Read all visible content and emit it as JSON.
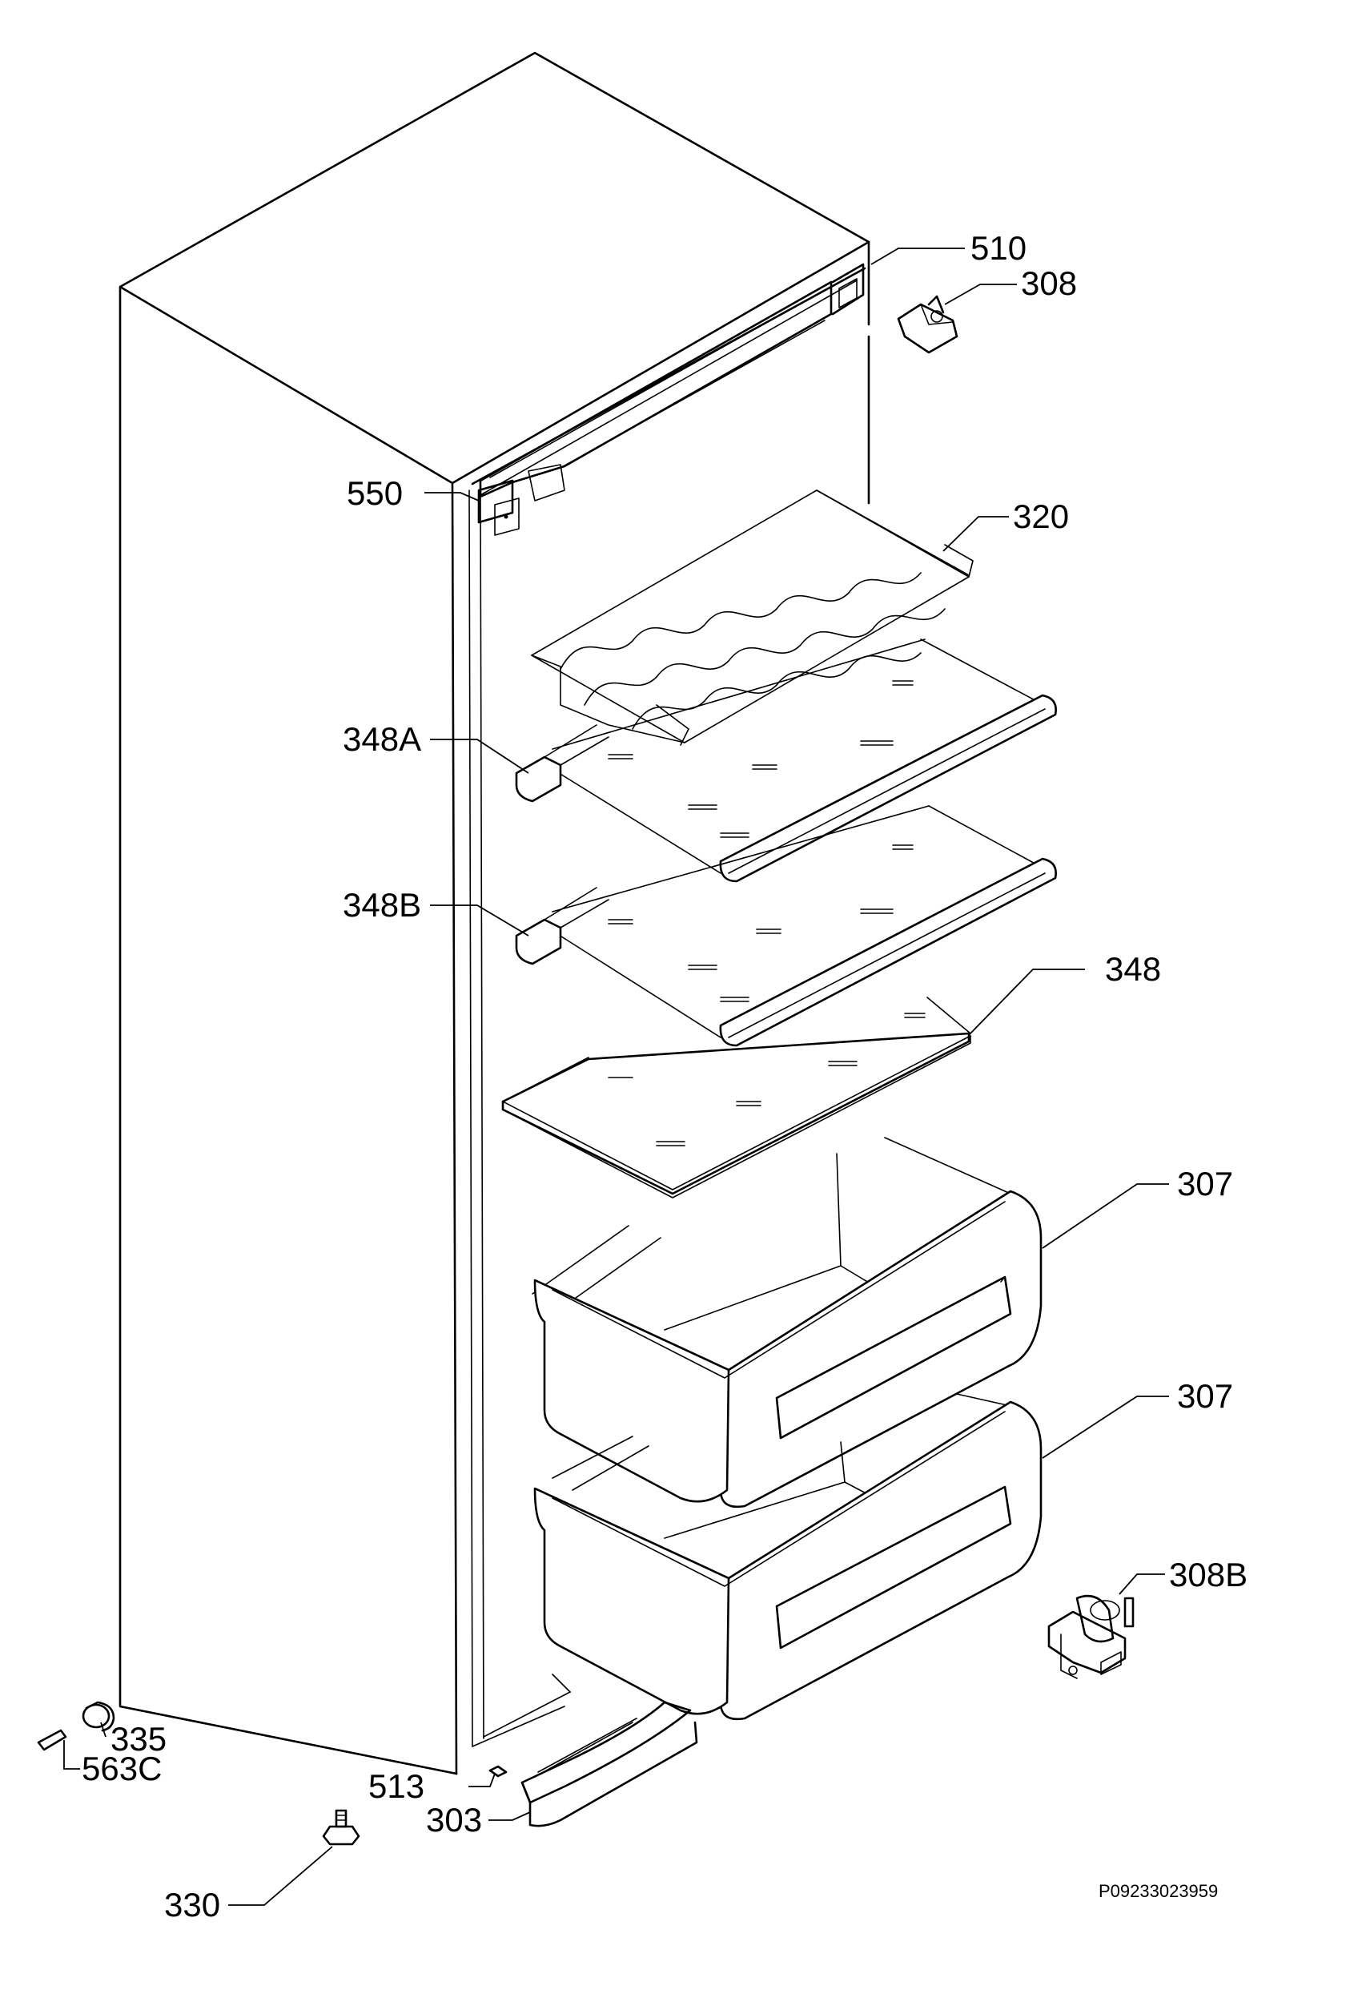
{
  "labels": {
    "p510": "510",
    "p308": "308",
    "p550": "550",
    "p320": "320",
    "p348a": "348A",
    "p348b": "348B",
    "p348": "348",
    "p307_upper": "307",
    "p307_lower": "307",
    "p308b": "308B",
    "p335": "335",
    "p563c": "563C",
    "p513": "513",
    "p303": "303",
    "p330": "330"
  },
  "drawing_code": "P09233023959"
}
